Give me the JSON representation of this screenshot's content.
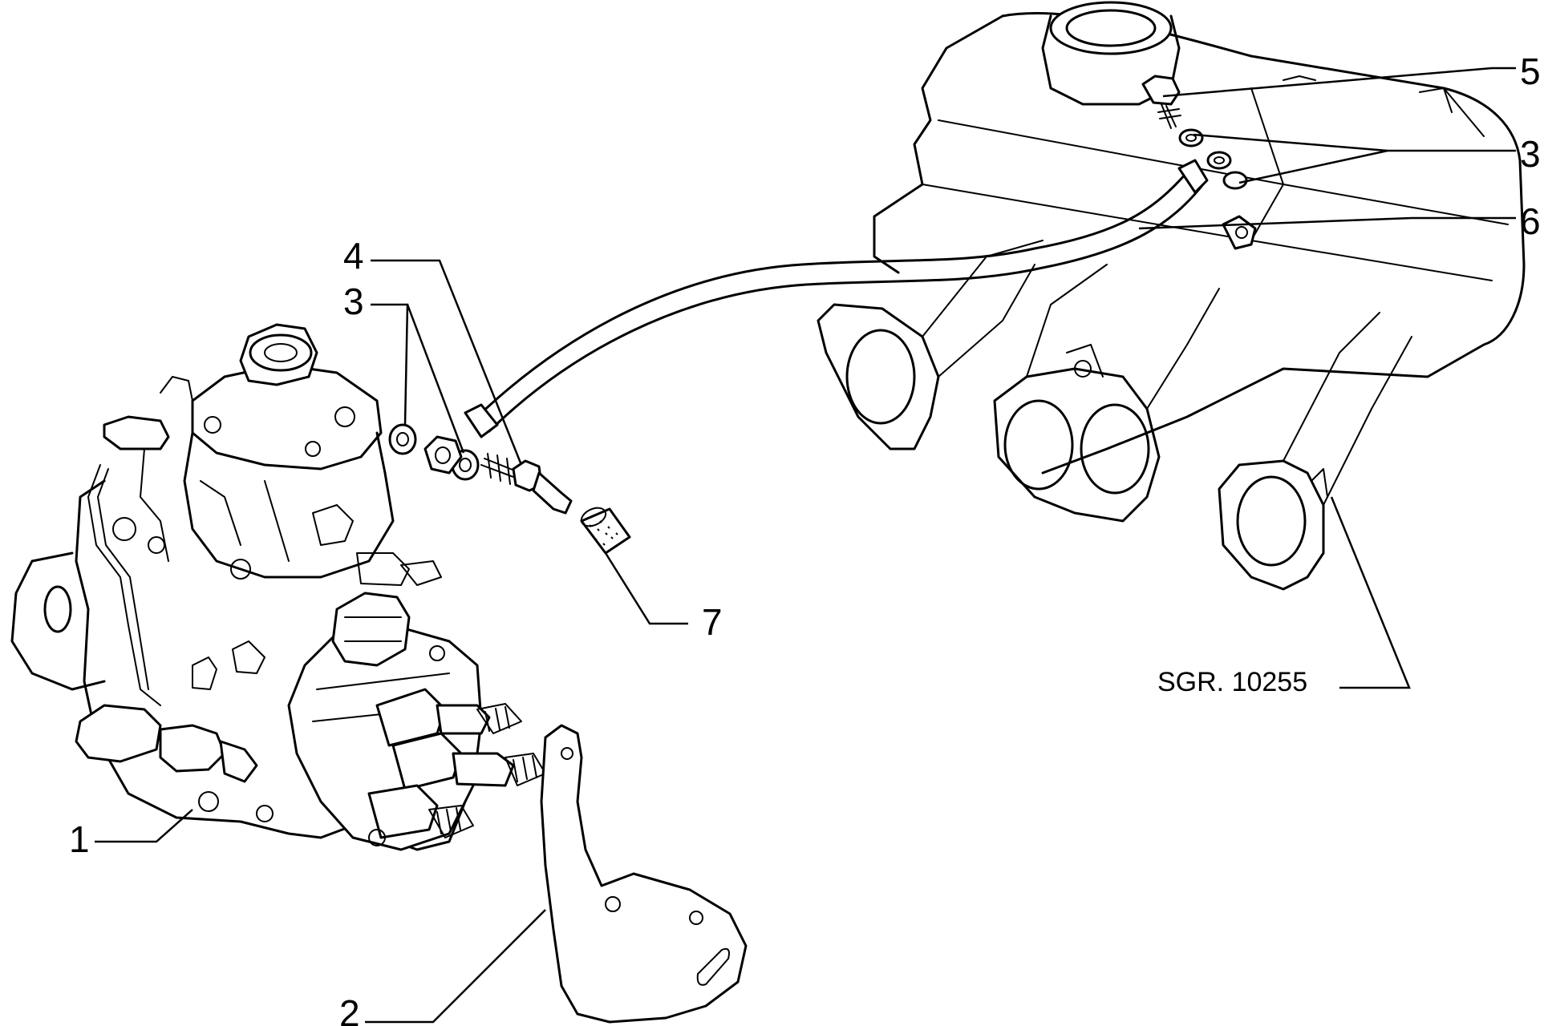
{
  "callouts": {
    "c1": "1",
    "c2": "2",
    "c3_left": "3",
    "c3_right": "3",
    "c4": "4",
    "c5": "5",
    "c6": "6",
    "c7": "7"
  },
  "reference": "SGR. 10255"
}
